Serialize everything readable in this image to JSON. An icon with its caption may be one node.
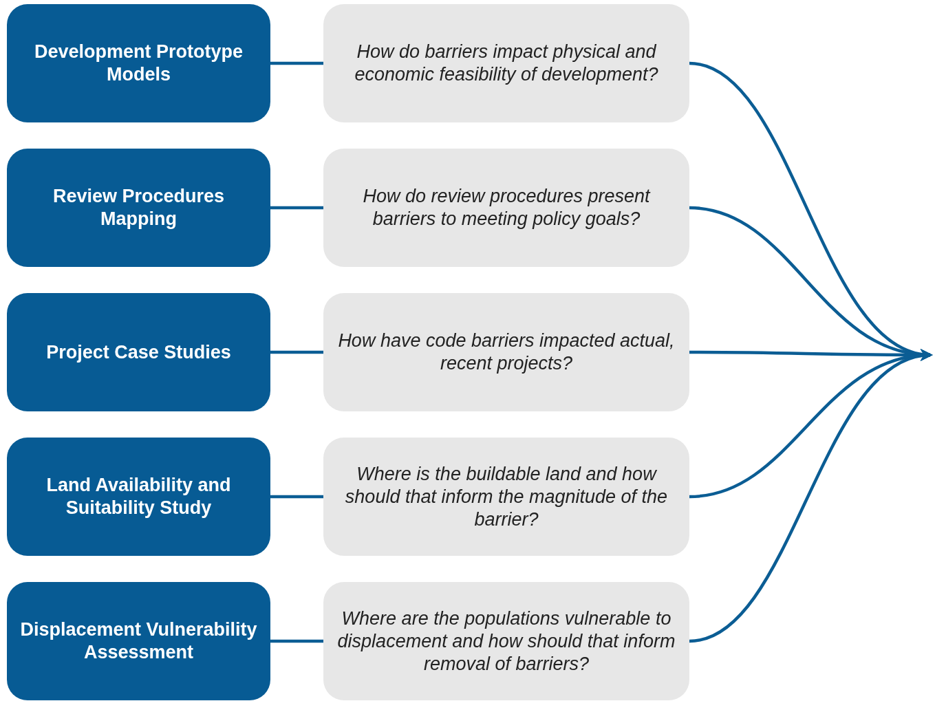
{
  "diagram": {
    "nodes": [
      {
        "text": [
          "Development Prototype Models"
        ]
      },
      {
        "text": [
          "How do barriers impact physical and economic feasibility of development?"
        ]
      },
      {
        "text": [
          "Review Procedures Mapping"
        ]
      },
      {
        "text": [
          "How do review procedures present barriers to meeting policy goals?"
        ]
      },
      {
        "text": [
          "Project Case Studies"
        ]
      },
      {
        "text": [
          "How have code barriers impacted actual, recent projects?"
        ]
      },
      {
        "text": [
          "Land Availability and Suitability Study"
        ]
      },
      {
        "text": [
          "Where is the buildable land and how should that inform the magnitude of the barrier?"
        ]
      },
      {
        "text": [
          "Displacement Vulnerability Assessment"
        ]
      },
      {
        "text": [
          "Where are the populations vulnerable to displacement and how should that inform removal of barriers?"
        ]
      }
    ],
    "edges": [
      {
        "from": 0,
        "to": 1,
        "arrow": "none"
      },
      {
        "from": 2,
        "to": 3,
        "arrow": "none"
      },
      {
        "from": 4,
        "to": 5,
        "arrow": "none"
      },
      {
        "from": 6,
        "to": 7,
        "arrow": "none"
      },
      {
        "from": 8,
        "to": 9,
        "arrow": "none"
      },
      {
        "from": 1,
        "to": null,
        "arrow": "to"
      },
      {
        "from": 3,
        "to": null,
        "arrow": "to"
      },
      {
        "from": 5,
        "to": null,
        "arrow": "to"
      },
      {
        "from": 7,
        "to": null,
        "arrow": "to"
      },
      {
        "from": 9,
        "to": null,
        "arrow": "to"
      }
    ]
  }
}
